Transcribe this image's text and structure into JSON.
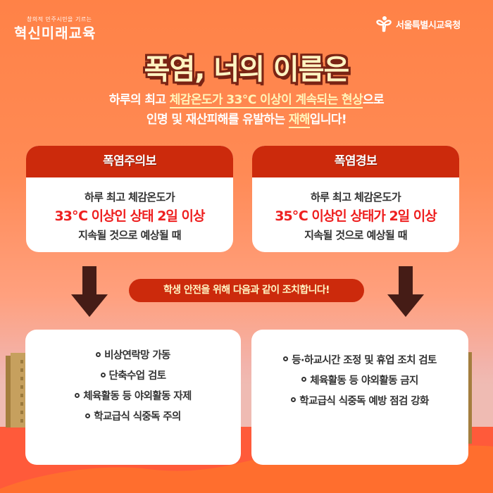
{
  "branding": {
    "left_logo": {
      "tagline": "창의적 민주시민을 기르는",
      "name": "혁신미래교육"
    },
    "right_logo": {
      "icon": "seoul-education-emblem-icon",
      "name": "서울특별시교육청"
    }
  },
  "title": "폭염, 너의 이름은",
  "intro": {
    "line1_pre": "하루의 최고 ",
    "line1_highlight": "체감온도가 33℃ 이상이 계속되는 현상",
    "line1_post": "으로",
    "line2_pre": "인명 및 재산피해를 유발하는 ",
    "line2_highlight": "재해",
    "line2_post": "입니다!"
  },
  "alerts": [
    {
      "heading": "폭염주의보",
      "line1": "하루 최고 체감온도가",
      "condition": "33℃ 이상인 상태 2일 이상",
      "line3": "지속될 것으로 예상될 때"
    },
    {
      "heading": "폭염경보",
      "line1": "하루 최고 체감온도가",
      "condition": "35℃ 이상인 상태가 2일 이상",
      "line3": "지속될 것으로 예상될 때"
    }
  ],
  "notice_pill": "학생 안전을 위해 다음과 같이 조치합니다!",
  "actions": {
    "advisory": [
      "비상연락망 가동",
      "단축수업 검토",
      "체육활동 등 야외활동 자제",
      "학교급식 식중독 주의"
    ],
    "warning": [
      "등·하교시간 조정 및 휴업 조치 검토",
      "체육활동 등 야외활동 금지",
      "학교급식 식중독 예방 점검 강화"
    ]
  },
  "colors": {
    "background_top": "#ff8247",
    "background_mid": "#ffa07e",
    "background_pink": "#efbbb3",
    "ground_red": "#ff5a3a",
    "ground_orange": "#ff6e2e",
    "header_red": "#cc2a0c",
    "title_cream": "#fff4c2",
    "title_outline": "#7a2414",
    "condition_red": "#ee1f1f",
    "arrow_brown": "#451c16",
    "text_dark": "#333333"
  }
}
